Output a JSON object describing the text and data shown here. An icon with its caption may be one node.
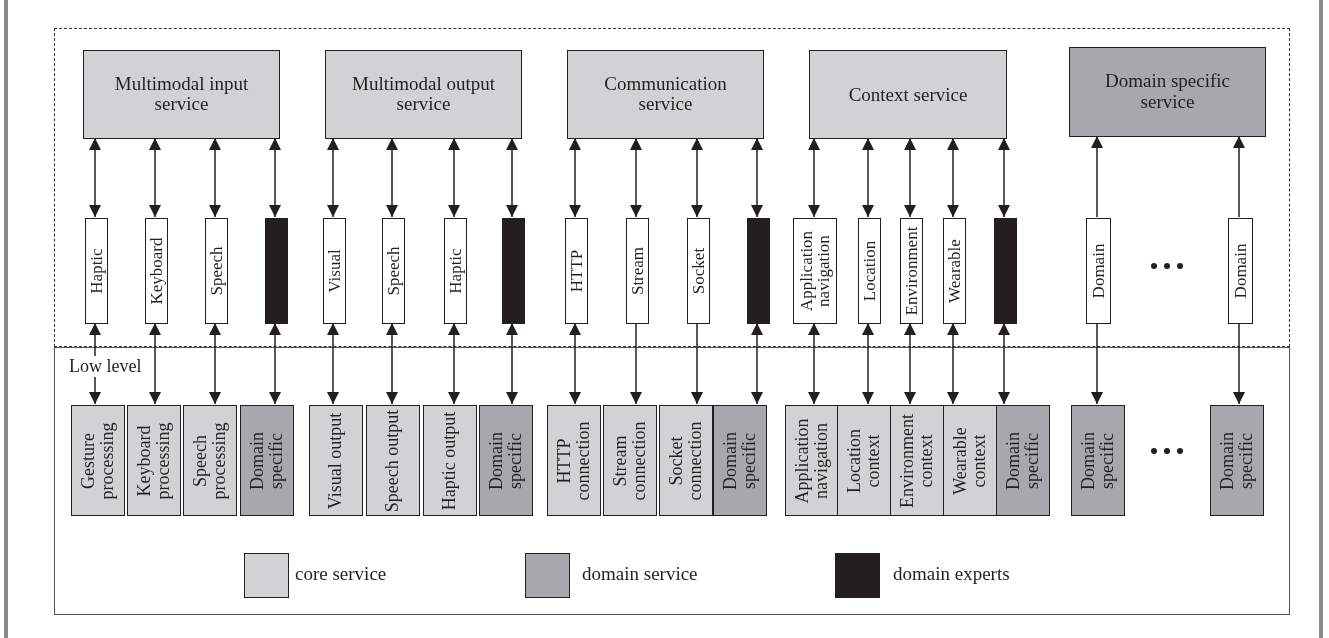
{
  "diagram": {
    "nodes": [
      {
        "text": [],
        "shape": "box"
      },
      {
        "text": [
          "Multimodal input service"
        ],
        "in": 0
      },
      {
        "text": [
          "Multimodal output service"
        ],
        "in": 0
      },
      {
        "text": [
          "Communication service"
        ],
        "in": 0
      },
      {
        "text": [
          "Context service"
        ],
        "in": 0
      },
      {
        "text": [
          "Domain specific service"
        ],
        "in": 0
      },
      {
        "text": [
          "Haptic"
        ],
        "in": 0
      },
      {
        "text": [
          "Keyboard"
        ],
        "in": 0
      },
      {
        "text": [
          "Speech"
        ],
        "in": 0
      },
      {
        "text": [],
        "shape": "bar",
        "in": 0
      },
      {
        "text": [
          "Visual"
        ],
        "in": 0
      },
      {
        "text": [
          "Speech"
        ],
        "in": 0
      },
      {
        "text": [
          "Haptic"
        ],
        "in": 0
      },
      {
        "text": [],
        "shape": "bar",
        "in": 0
      },
      {
        "text": [
          "HTTP"
        ],
        "in": 0
      },
      {
        "text": [
          "Stream"
        ],
        "in": 0
      },
      {
        "text": [
          "Socket"
        ],
        "in": 0
      },
      {
        "text": [],
        "shape": "bar",
        "in": 0
      },
      {
        "text": [
          "Application navigation"
        ],
        "in": 0
      },
      {
        "text": [
          "Location"
        ],
        "in": 0
      },
      {
        "text": [
          "Environment"
        ],
        "in": 0
      },
      {
        "text": [
          "Wearable"
        ],
        "in": 0
      },
      {
        "text": [],
        "shape": "bar",
        "in": 0
      },
      {
        "text": [
          "Domain"
        ],
        "in": 0
      },
      {
        "text": [
          "Domain"
        ],
        "in": 0
      },
      {
        "text": [
          "Low level"
        ]
      },
      {
        "text": [
          "Gesture processing"
        ],
        "in": 25
      },
      {
        "text": [
          "Keyboard processing"
        ],
        "in": 25
      },
      {
        "text": [
          "Speech processing"
        ],
        "in": 25
      },
      {
        "text": [
          "Domain specific"
        ],
        "in": 25
      },
      {
        "text": [
          "Visual output"
        ],
        "in": 25
      },
      {
        "text": [
          "Speech output"
        ],
        "in": 25
      },
      {
        "text": [
          "Haptic output"
        ],
        "in": 25
      },
      {
        "text": [
          "Domain specific"
        ],
        "in": 25
      },
      {
        "text": [
          "HTTP connection"
        ],
        "in": 25
      },
      {
        "text": [
          "Stream connection"
        ],
        "in": 25
      },
      {
        "text": [
          "Socket connection"
        ],
        "in": 25
      },
      {
        "text": [
          "Domain specific"
        ],
        "in": 25
      },
      {
        "text": [
          "Application navigation"
        ],
        "in": 25
      },
      {
        "text": [
          "Location context"
        ],
        "in": 25
      },
      {
        "text": [
          "Environment context"
        ],
        "in": 25
      },
      {
        "text": [
          "Wearable context"
        ],
        "in": 25
      },
      {
        "text": [
          "Domain specific"
        ],
        "in": 25
      },
      {
        "text": [
          "Domain specific"
        ],
        "in": 25
      },
      {
        "text": [
          "Domain specific"
        ],
        "in": 25
      }
    ],
    "edges": [
      {
        "from": 6,
        "to": 1,
        "arrow": "both"
      },
      {
        "from": 7,
        "to": 1,
        "arrow": "both"
      },
      {
        "from": 8,
        "to": 1,
        "arrow": "both"
      },
      {
        "from": 9,
        "to": 1,
        "arrow": "both"
      },
      {
        "from": 10,
        "to": 2,
        "arrow": "both"
      },
      {
        "from": 11,
        "to": 2,
        "arrow": "both"
      },
      {
        "from": 12,
        "to": 2,
        "arrow": "both"
      },
      {
        "from": 13,
        "to": 2,
        "arrow": "both"
      },
      {
        "from": 14,
        "to": 3,
        "arrow": "both"
      },
      {
        "from": 15,
        "to": 3,
        "arrow": "both"
      },
      {
        "from": 16,
        "to": 3,
        "arrow": "both"
      },
      {
        "from": 17,
        "to": 3,
        "arrow": "both"
      },
      {
        "from": 18,
        "to": 4,
        "arrow": "both"
      },
      {
        "from": 19,
        "to": 4,
        "arrow": "both"
      },
      {
        "from": 20,
        "to": 4,
        "arrow": "both"
      },
      {
        "from": 21,
        "to": 4,
        "arrow": "both"
      },
      {
        "from": 22,
        "to": 4,
        "arrow": "both"
      },
      {
        "from": 23,
        "to": 5,
        "arrow": "to"
      },
      {
        "from": 24,
        "to": 5,
        "arrow": "to"
      },
      {
        "from": 6,
        "to": 26,
        "arrow": "both"
      },
      {
        "from": 7,
        "to": 27,
        "arrow": "both"
      },
      {
        "from": 8,
        "to": 28,
        "arrow": "both"
      },
      {
        "from": 9,
        "to": 29,
        "arrow": "both"
      },
      {
        "from": 10,
        "to": 30,
        "arrow": "both"
      },
      {
        "from": 11,
        "to": 31,
        "arrow": "both"
      },
      {
        "from": 12,
        "to": 32,
        "arrow": "both"
      },
      {
        "from": 13,
        "to": 33,
        "arrow": "both"
      },
      {
        "from": 14,
        "to": 34,
        "arrow": "both"
      },
      {
        "from": 15,
        "to": 35,
        "arrow": "to"
      },
      {
        "from": 16,
        "to": 36,
        "arrow": "to"
      },
      {
        "from": 17,
        "to": 37,
        "arrow": "both"
      },
      {
        "from": 18,
        "to": 38,
        "arrow": "both"
      },
      {
        "from": 19,
        "to": 39,
        "arrow": "both"
      },
      {
        "from": 20,
        "to": 40,
        "arrow": "both"
      },
      {
        "from": 21,
        "to": 41,
        "arrow": "both"
      },
      {
        "from": 22,
        "to": 42,
        "arrow": "both"
      },
      {
        "from": 23,
        "to": 43,
        "arrow": "to"
      },
      {
        "from": 24,
        "to": 44,
        "arrow": "to"
      }
    ],
    "legend": [
      {
        "text": "core service",
        "color": "#d1d2d4"
      },
      {
        "text": "domain service",
        "color": "#a7a8ab"
      },
      {
        "text": "domain experts",
        "color": "#231f20"
      }
    ]
  }
}
